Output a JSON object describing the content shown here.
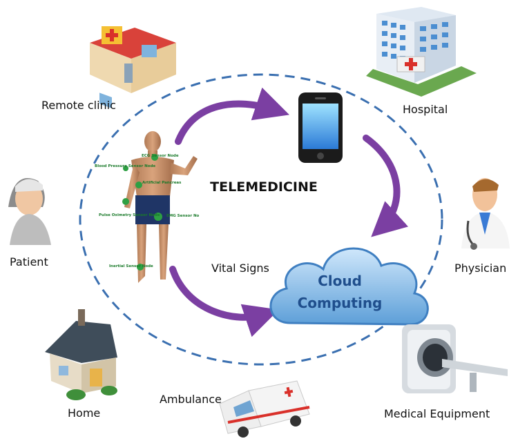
{
  "title": "TELEMEDICINE",
  "center": {
    "cloud_line1": "Cloud",
    "cloud_line2": "Computing",
    "vital_signs": "Vital Signs"
  },
  "sensors": [
    "Blood Pressure Sensor Node",
    "ECG Sensor Node",
    "Artificial Pancreas",
    "Pulse Oximetry Sensor Node",
    "EMG Sensor No",
    "Inertial Sensor Node"
  ],
  "nodes": {
    "remote_clinic": "Remote clinic",
    "hospital": "Hospital",
    "patient": "Patient",
    "physician": "Physician",
    "home": "Home",
    "ambulance": "Ambulance",
    "medical_equipment": "Medical Equipment"
  },
  "colors": {
    "ring": "#3a6fb0",
    "arrow": "#7b3fa2",
    "cloud": "#6fa8dc",
    "cloud_text": "#1f4e8c"
  },
  "icons": [
    "clinic-icon",
    "hospital-icon",
    "nurse-icon",
    "doctor-icon",
    "house-icon",
    "ambulance-icon",
    "mri-scanner-icon",
    "smartphone-icon",
    "cloud-icon",
    "body-sensors-figure"
  ]
}
